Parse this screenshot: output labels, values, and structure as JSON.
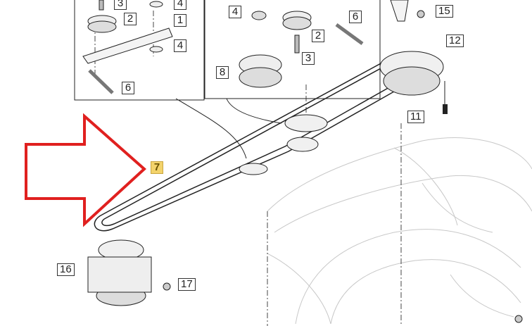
{
  "diagram": {
    "title": "Mower deck drive belt parts diagram",
    "highlighted_part": "7",
    "highlight_color": "#f3d36b",
    "arrow_color": "#e0201f"
  },
  "callouts": [
    "3",
    "4",
    "2",
    "1",
    "4",
    "6",
    "4",
    "2",
    "6",
    "3",
    "8",
    "15",
    "12",
    "11",
    "7",
    "16",
    "17"
  ]
}
